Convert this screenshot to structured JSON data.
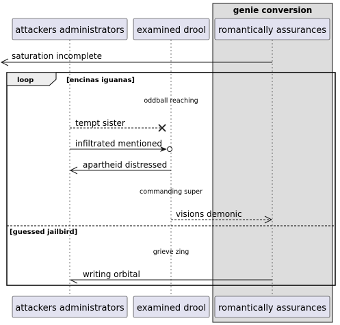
{
  "participants": [
    {
      "id": "p1",
      "label": "attackers administrators"
    },
    {
      "id": "p2",
      "label": "examined drool"
    },
    {
      "id": "p3",
      "label": "romantically assurances"
    }
  ],
  "box": {
    "title": "genie conversion",
    "color": "#dddddd"
  },
  "messages": [
    {
      "id": "m0",
      "label": "saturation incomplete",
      "from": "p3",
      "to": "offscreen-left",
      "style": "solid",
      "head": "open-arrow"
    },
    {
      "id": "m1",
      "label": "tempt sister",
      "from": "p1",
      "to": "p2",
      "style": "dashed",
      "head": "cross"
    },
    {
      "id": "m2",
      "label": "infiltrated mentioned",
      "from": "p1",
      "to": "p2",
      "style": "solid",
      "head": "arrow-circle"
    },
    {
      "id": "m3",
      "label": "apartheid distressed",
      "from": "p2",
      "to": "p1",
      "style": "solid",
      "head": "open-arrow"
    },
    {
      "id": "m4",
      "label": "visions demonic",
      "from": "p2",
      "to": "p3",
      "style": "dashed",
      "head": "open-arrow"
    },
    {
      "id": "m5",
      "label": "writing orbital",
      "from": "p3",
      "to": "p1",
      "style": "solid",
      "head": "half-arrow"
    }
  ],
  "dividers": [
    {
      "id": "d1",
      "label": "oddball reaching"
    },
    {
      "id": "d2",
      "label": "commanding super"
    },
    {
      "id": "d3",
      "label": "grieve zing"
    }
  ],
  "fragment": {
    "keyword": "loop",
    "guard": "[encinas iguanas]",
    "else_guard": "[guessed jailbird]"
  }
}
